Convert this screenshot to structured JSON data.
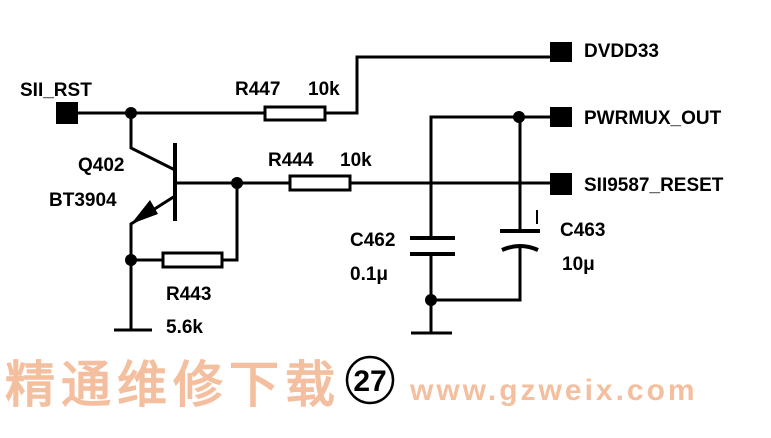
{
  "ports": {
    "sii_rst": "SII_RST",
    "dvdd33": "DVDD33",
    "pwrmux_out": "PWRMUX_OUT",
    "sii9587_reset": "SII9587_RESET"
  },
  "components": {
    "r447": {
      "ref": "R447",
      "value": "10k"
    },
    "r444": {
      "ref": "R444",
      "value": "10k"
    },
    "r443": {
      "ref": "R443",
      "value": "5.6k"
    },
    "q402": {
      "ref": "Q402",
      "value": "BT3904"
    },
    "c462": {
      "ref": "C462",
      "value": "0.1μ"
    },
    "c463": {
      "ref": "C463",
      "value": "10μ"
    }
  },
  "figure_number": "27",
  "watermark": {
    "cn": "精通维修下载",
    "url": "www.gzweix.com"
  },
  "colors": {
    "line": "#000000",
    "watermark": "#f2b48f"
  }
}
